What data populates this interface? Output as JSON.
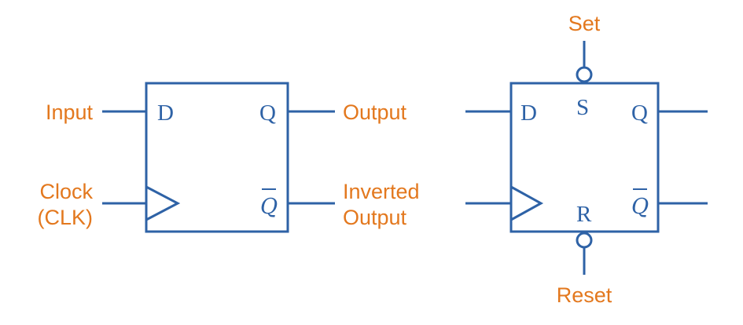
{
  "colors": {
    "line": "#2e62a6",
    "label": "#e3781e"
  },
  "left": {
    "input_label": "Input",
    "clock_label_1": "Clock",
    "clock_label_2": "(CLK)",
    "output_label": "Output",
    "inverted_label_1": "Inverted",
    "inverted_label_2": "Output",
    "pin_d": "D",
    "pin_q": "Q",
    "pin_qbar": "Q"
  },
  "right": {
    "set_label": "Set",
    "reset_label": "Reset",
    "pin_d": "D",
    "pin_s": "S",
    "pin_q": "Q",
    "pin_r": "R",
    "pin_qbar": "Q"
  }
}
